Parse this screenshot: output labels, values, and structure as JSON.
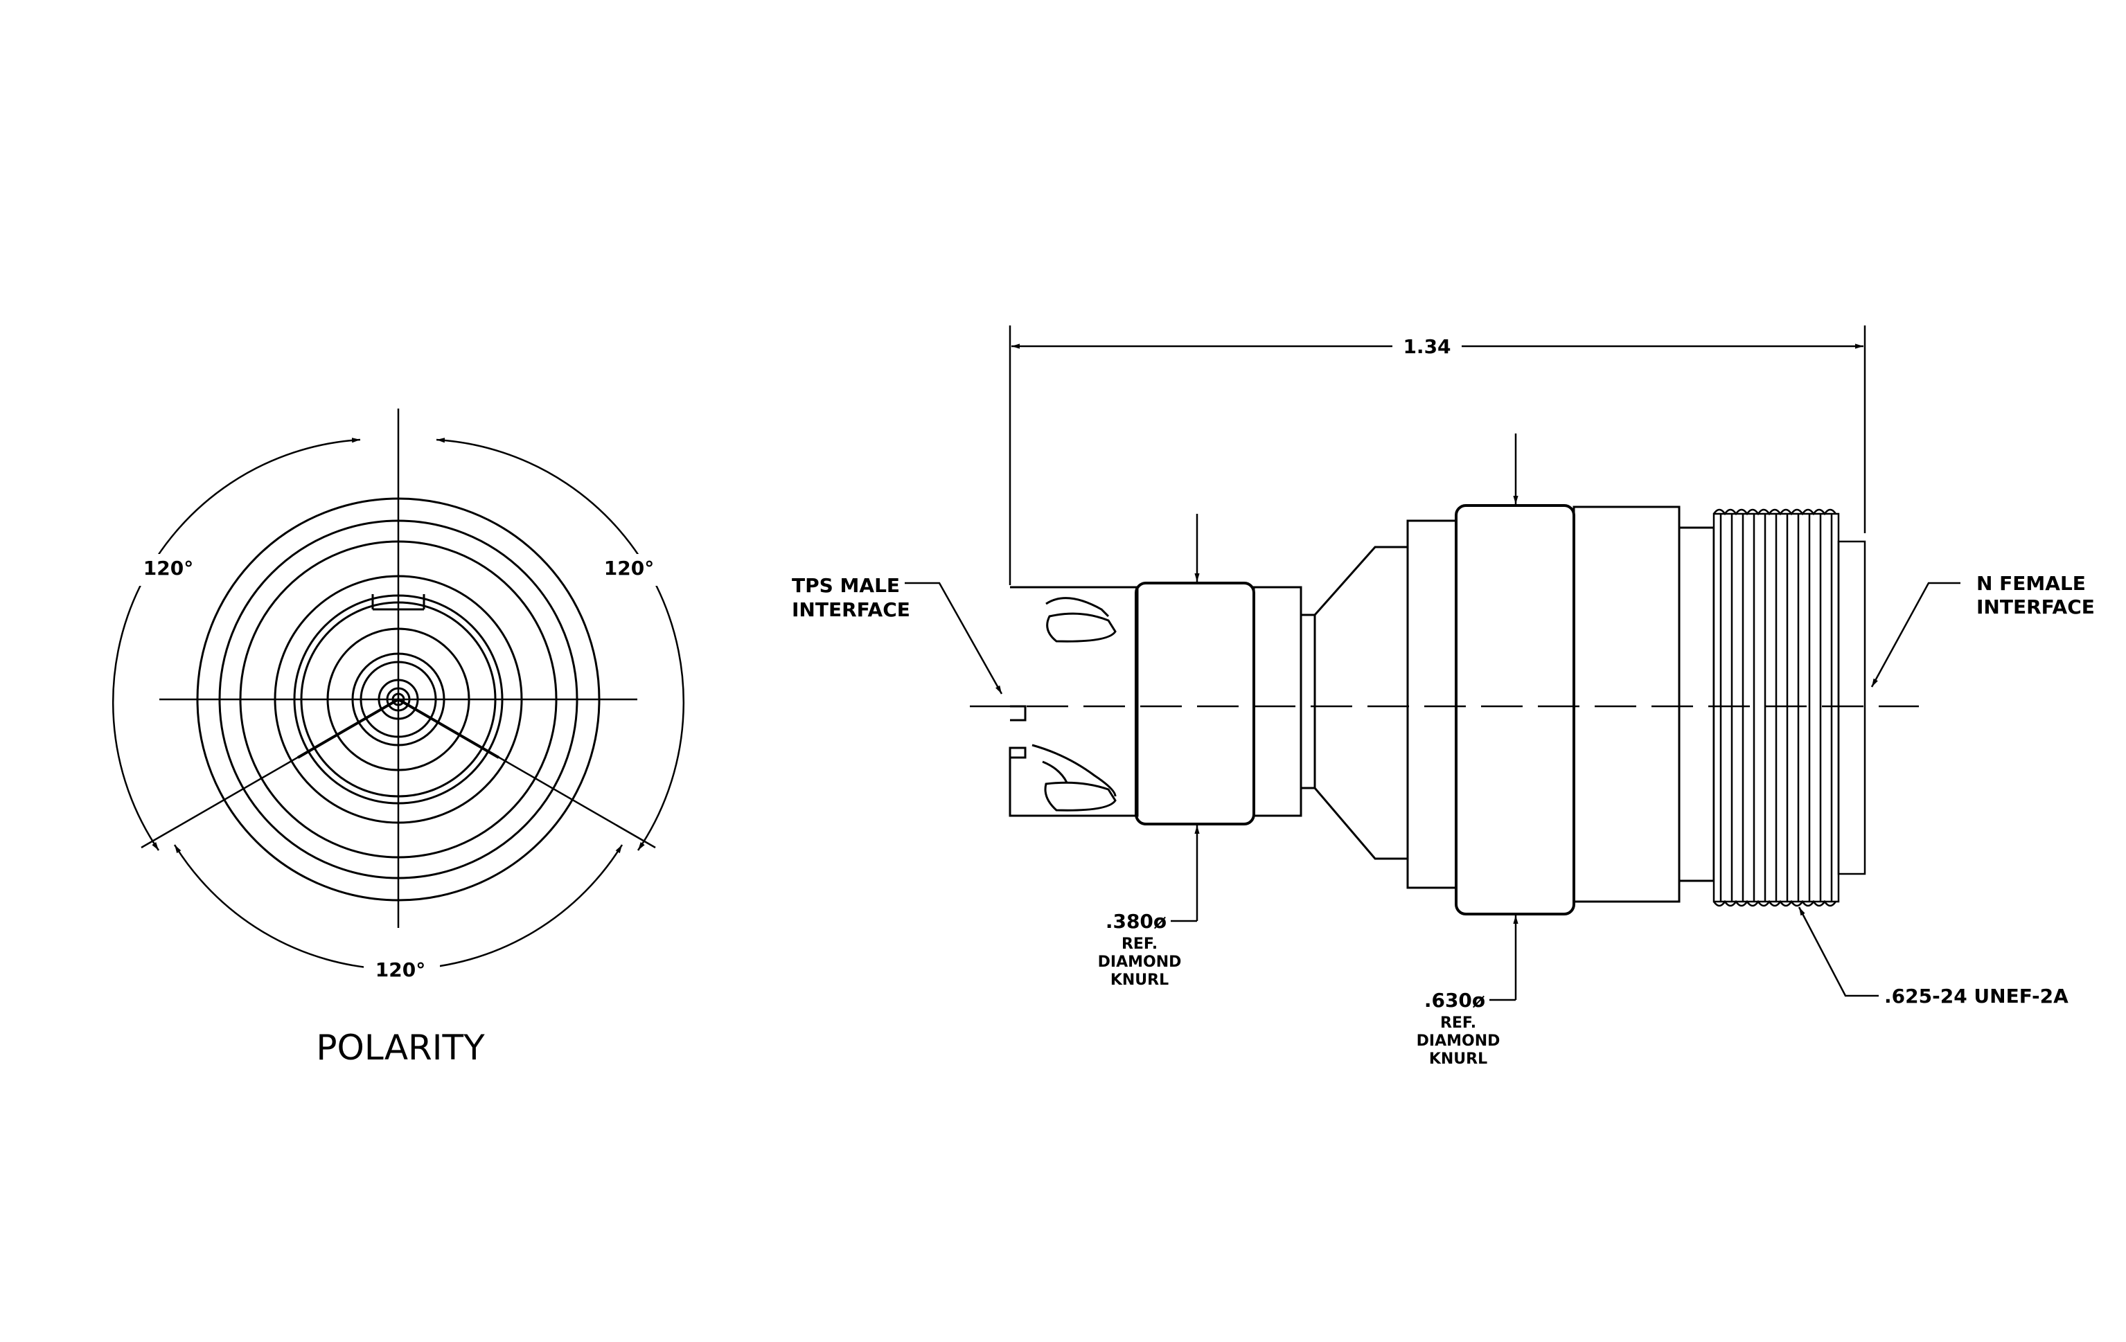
{
  "polarity_view": {
    "title": "POLARITY",
    "angle_left": "120°",
    "angle_right": "120°",
    "angle_bottom": "120°"
  },
  "side_view": {
    "overall_length": "1.34",
    "left_interface": {
      "line1": "TPS MALE",
      "line2": "INTERFACE"
    },
    "right_interface": {
      "line1": "N FEMALE",
      "line2": "INTERFACE"
    },
    "small_knurl": {
      "dia": ".380ø",
      "ref": "REF.",
      "type": "DIAMOND",
      "kind": "KNURL"
    },
    "large_knurl": {
      "dia": ".630ø",
      "ref": "REF.",
      "type": "DIAMOND",
      "kind": "KNURL"
    },
    "thread": ".625-24 UNEF-2A"
  }
}
